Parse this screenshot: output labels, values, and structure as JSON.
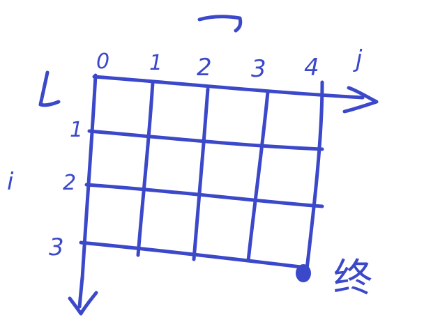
{
  "diagram": {
    "ink_color": "#3b48c9",
    "background": "#ffffff",
    "column_labels": [
      "0",
      "1",
      "2",
      "3",
      "4"
    ],
    "row_labels": [
      "1",
      "2",
      "3"
    ],
    "column_axis_label": "j",
    "row_axis_label": "i",
    "end_label": "终",
    "column_direction_icon": "right-arrow-icon",
    "row_direction_icon": "down-arrow-icon",
    "end_marker_icon": "filled-dot-icon"
  }
}
